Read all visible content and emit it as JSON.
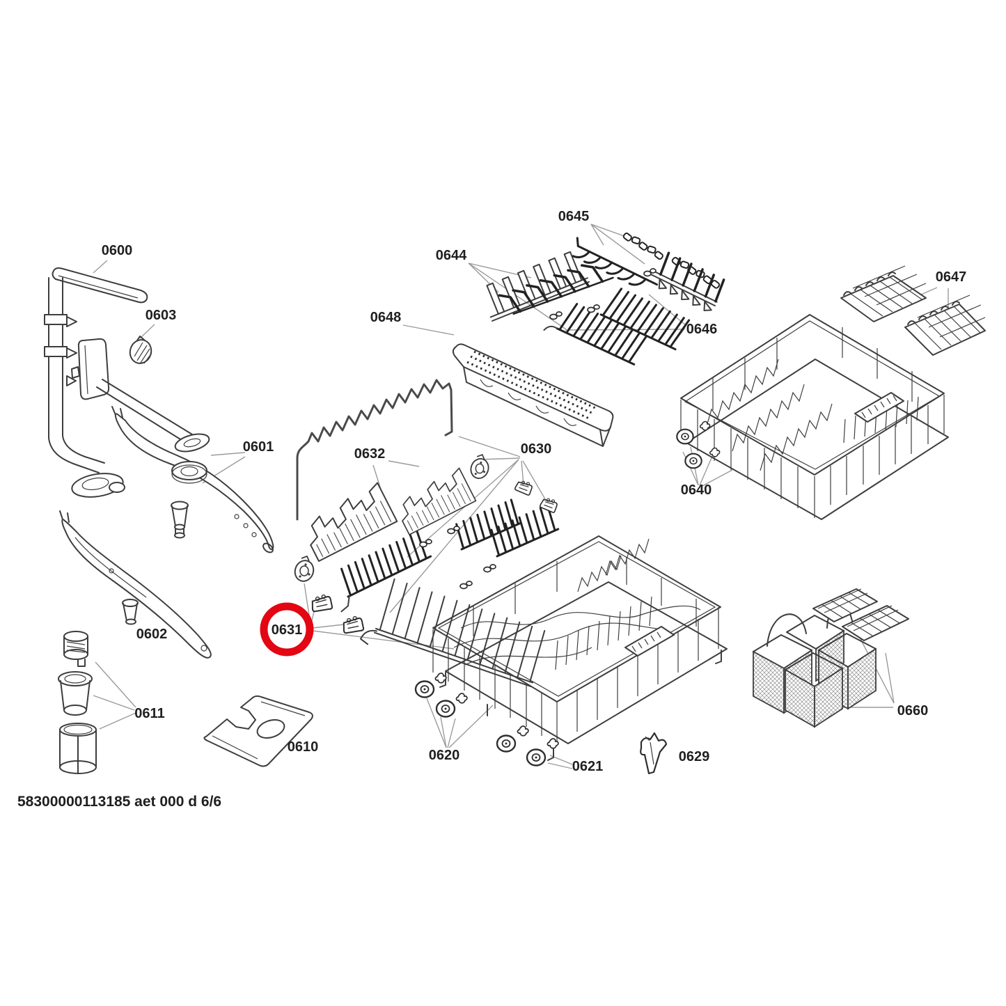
{
  "diagram": {
    "type": "exploded-parts-diagram",
    "subject": "dishwasher baskets and spray arms spare parts sheet",
    "footer": "58300000113185 aet 000 d 6/6",
    "highlighted_part": "0631",
    "colors": {
      "background": "#ffffff",
      "line_art": "#3d3d3d",
      "dark_tines": "#222222",
      "leader_lines": "#9b9b9b",
      "highlight_ring": "#e30613",
      "label_text": "#1f1f1f"
    }
  },
  "labels": {
    "p0600": "0600",
    "p0601": "0601",
    "p0602": "0602",
    "p0603": "0603",
    "p0610": "0610",
    "p0611": "0611",
    "p0620": "0620",
    "p0621": "0621",
    "p0629": "0629",
    "p0630": "0630",
    "p0631": "0631",
    "p0632": "0632",
    "p0640": "0640",
    "p0644": "0644",
    "p0645": "0645",
    "p0646": "0646",
    "p0647": "0647",
    "p0648": "0648",
    "p0660": "0660"
  }
}
